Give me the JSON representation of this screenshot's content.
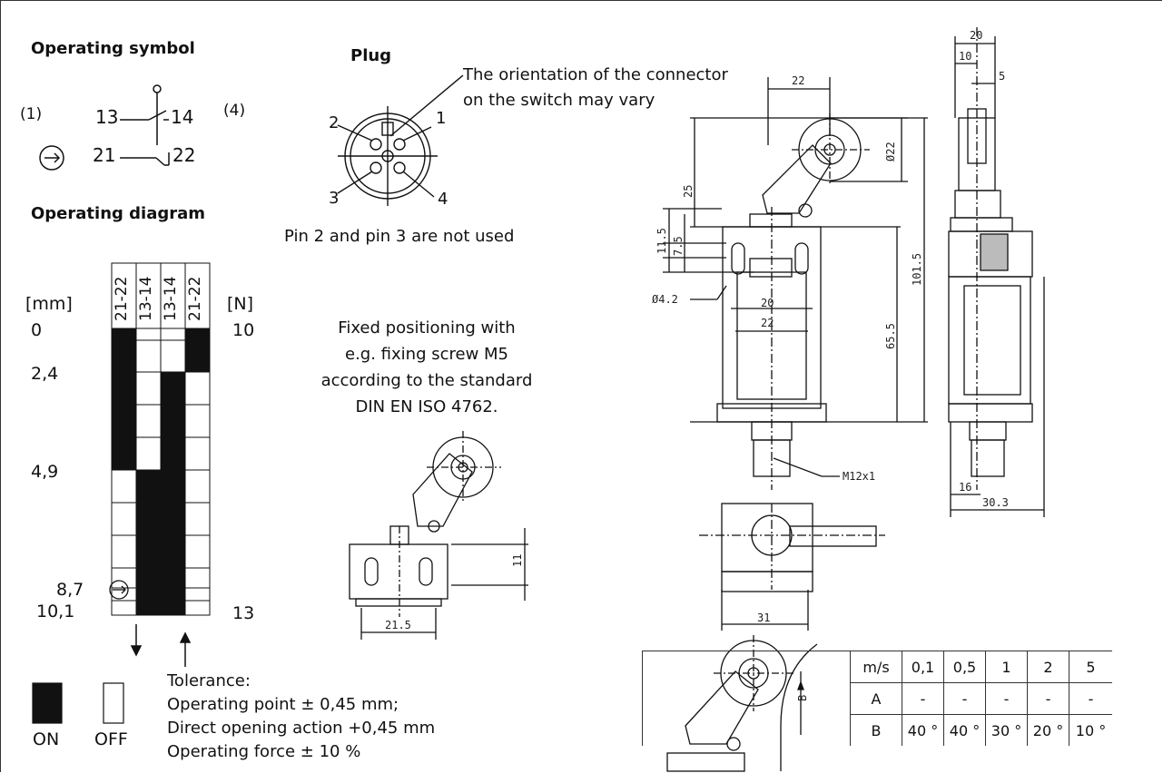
{
  "operating_symbol": {
    "title": "Operating symbol",
    "marker_1": "(1)",
    "marker_4": "(4)",
    "contact_13": "13",
    "contact_14": "14",
    "contact_21": "21",
    "contact_22": "22"
  },
  "plug": {
    "title": "Plug",
    "note_line1": "The orientation of the connector",
    "note_line2": "on the switch may vary",
    "pins": [
      "1",
      "2",
      "3",
      "4"
    ],
    "unused_note": "Pin 2 and pin 3 are not used"
  },
  "operating_diagram": {
    "title": "Operating diagram",
    "unit_left": "[mm]",
    "unit_right": "[N]",
    "columns": [
      "21-22",
      "13-14",
      "13-14",
      "21-22"
    ],
    "left_values": [
      "0",
      "2,4",
      "4,9",
      "8,7",
      "10,1"
    ],
    "force_top": "10",
    "force_bottom": "13",
    "legend_on": "ON",
    "legend_off": "OFF"
  },
  "fixed_positioning": {
    "line1": "Fixed positioning with",
    "line2": "e.g. fixing screw M5",
    "line3": "according to the standard",
    "line4": "DIN EN ISO 4762.",
    "dim_11": "11",
    "dim_21_5": "21.5"
  },
  "tolerance": {
    "title": "Tolerance:",
    "line1": "Operating point ± 0,45 mm;",
    "line2": "Direct opening action +0,45 mm",
    "line3": "Operating force ± 10 %"
  },
  "front_dims": {
    "d22_top": "22",
    "d22_dia": "Ø22",
    "d25": "25",
    "d11_5": "11.5",
    "d7_5": "7.5",
    "d4_2": "Ø4.2",
    "d20": "20",
    "d22_inner": "22",
    "d65_5": "65.5",
    "d101_5": "101.5",
    "m12": "M12x1",
    "d31": "31"
  },
  "side_dims": {
    "d20": "20",
    "d10": "10",
    "d5": "5",
    "d16": "16",
    "d30_3": "30.3"
  },
  "speed_table": {
    "header": [
      "m/s",
      "0,1",
      "0,5",
      "1",
      "2",
      "5"
    ],
    "row_a": [
      "A",
      "-",
      "-",
      "-",
      "-",
      "-"
    ],
    "row_b": [
      "B",
      "40 °",
      "40 °",
      "30 °",
      "20 °",
      "10 °"
    ],
    "lever_label": "B"
  }
}
